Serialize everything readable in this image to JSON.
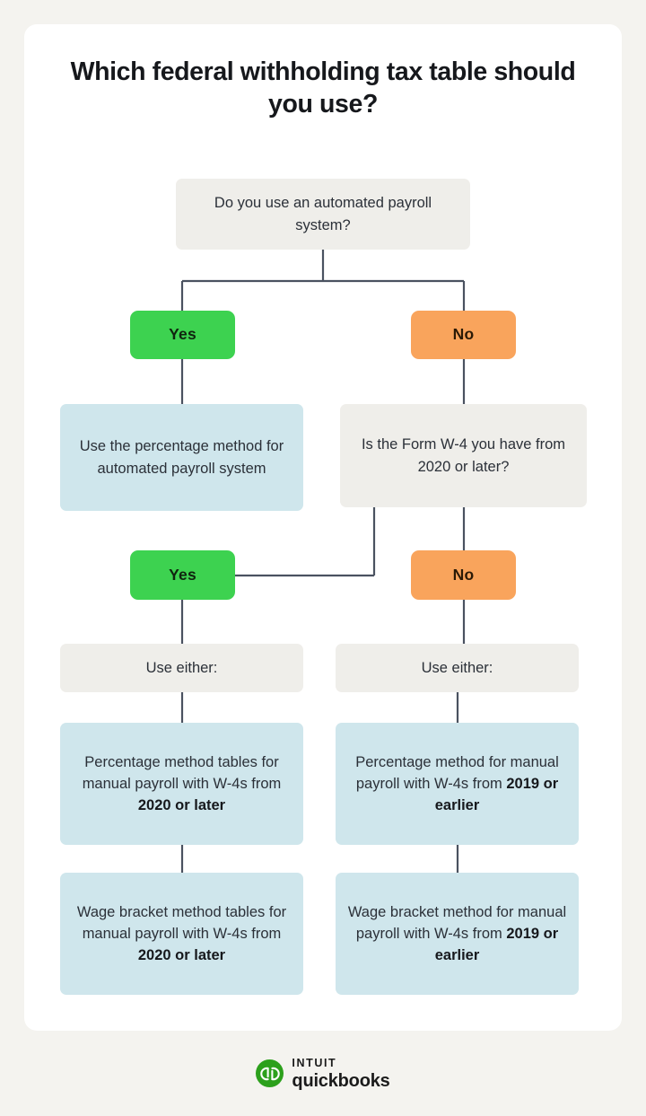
{
  "page": {
    "background_color": "#f4f3ef",
    "card_color": "#ffffff",
    "title": "Which federal withholding tax table should you use?"
  },
  "palette": {
    "yes_green": "#3dd250",
    "no_orange": "#f9a45c",
    "info_blue": "#cfe6ec",
    "question_gray": "#efeeea",
    "connector_line": "#4a5260",
    "text": "#2b3038"
  },
  "chart_data": {
    "type": "diagram",
    "title": "Which federal withholding tax table should you use?"
  },
  "flow": {
    "root_question": {
      "label": "Do you use an automated payroll system?",
      "style": "gray"
    },
    "branch1": {
      "yes_label": "Yes",
      "no_label": "No"
    },
    "yes_outcome": {
      "label": "Use the percentage method for automated payroll system",
      "style": "blue"
    },
    "w4_question": {
      "label": "Is the Form W-4 you have from 2020 or later?",
      "style": "gray"
    },
    "branch2": {
      "yes_label": "Yes",
      "no_label": "No"
    },
    "left_column": {
      "use_either_label": "Use either:",
      "options": [
        {
          "lead": "Percentage method tables for manual payroll with W-4s from ",
          "emphasis": "2020 or later",
          "style": "blue"
        },
        {
          "lead": "Wage bracket method tables for manual payroll with W-4s from ",
          "emphasis": "2020 or later",
          "style": "blue"
        }
      ]
    },
    "right_column": {
      "use_either_label": "Use either:",
      "options": [
        {
          "lead": "Percentage method for manual payroll with W-4s from ",
          "emphasis": "2019 or earlier",
          "style": "blue"
        },
        {
          "lead": "Wage bracket method for manual payroll with W-4s from ",
          "emphasis": "2019 or earlier",
          "style": "blue"
        }
      ]
    }
  },
  "footer": {
    "brand_top": "INTUIT",
    "brand_bottom": "quickbooks",
    "mark_letters": "qb"
  }
}
